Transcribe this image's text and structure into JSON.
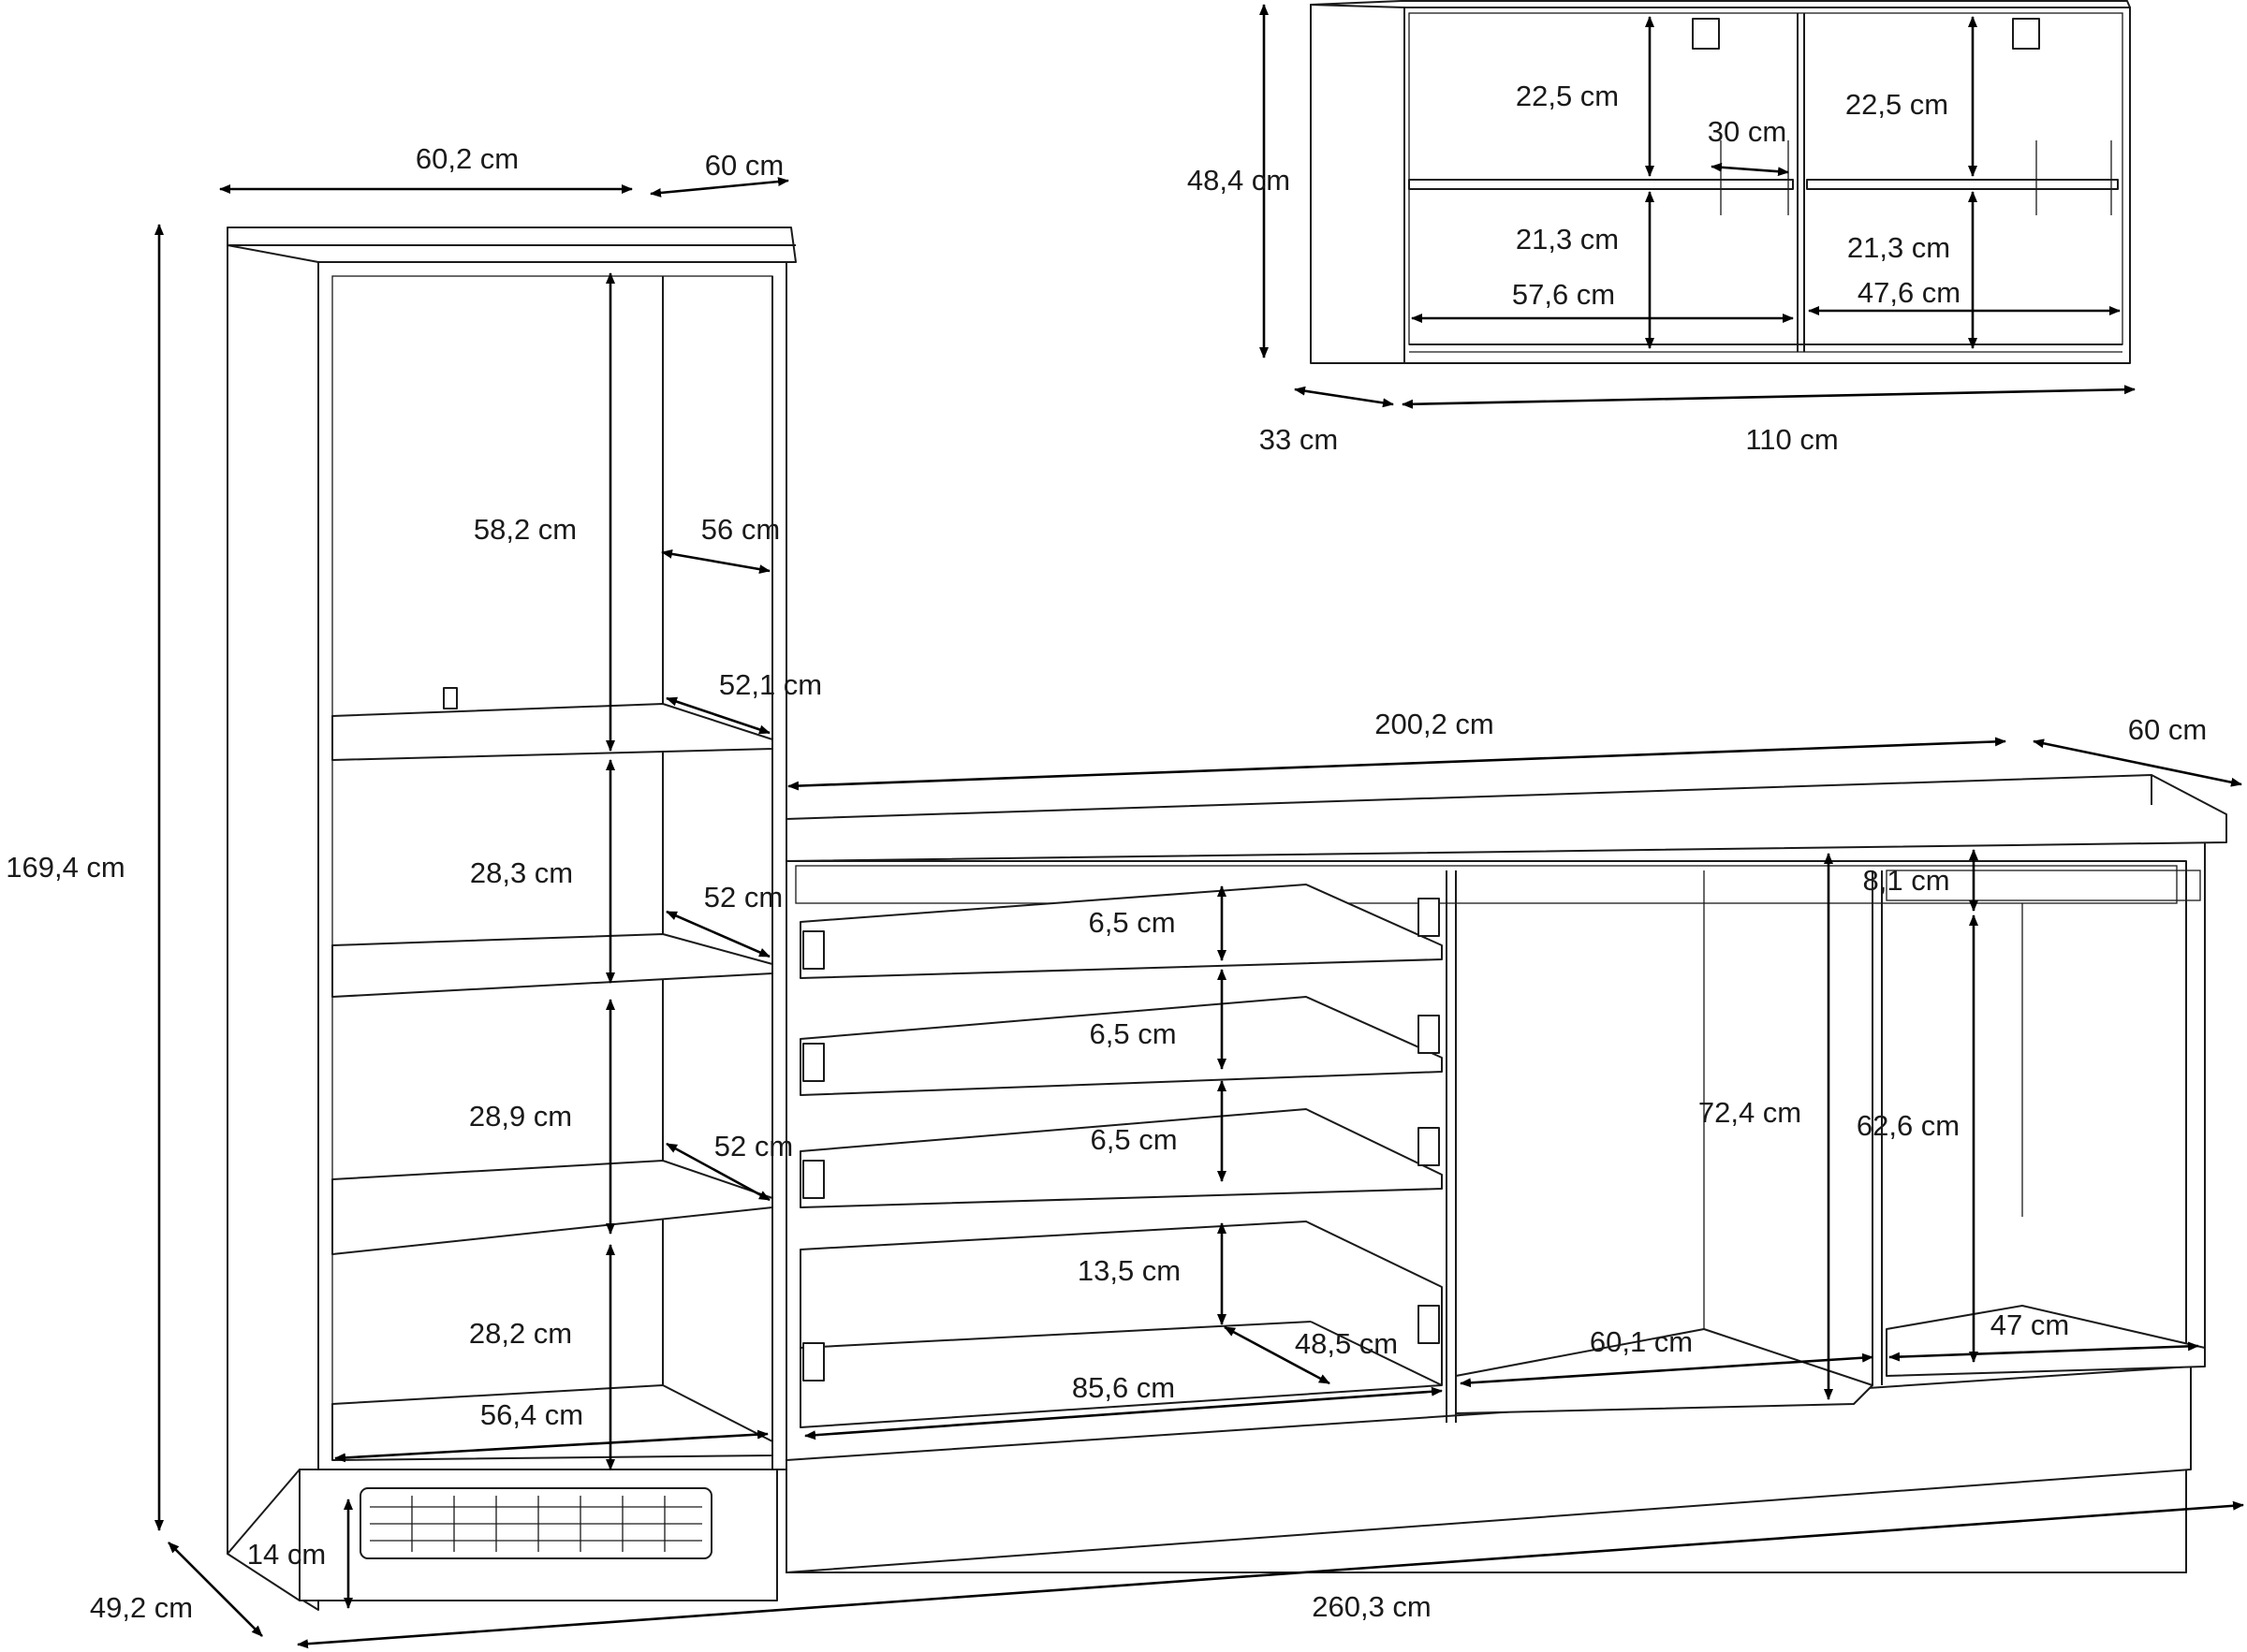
{
  "colors": {
    "line": "#1a1a1a",
    "background": "#ffffff"
  },
  "labels": {
    "tall_width": "60,2 cm",
    "tall_depth": "60 cm",
    "tall_height": "169,4 cm",
    "tall_comp1_height": "58,2 cm",
    "tall_comp1_depth": "56 cm",
    "tall_shelf1_depth": "52,1 cm",
    "tall_comp2_height": "28,3 cm",
    "tall_shelf2_depth": "52 cm",
    "tall_comp3_height": "28,9 cm",
    "tall_shelf3_depth": "52 cm",
    "tall_comp4_height": "28,2 cm",
    "tall_inner_width": "56,4 cm",
    "plinth_height": "14 cm",
    "plinth_depth": "49,2 cm",
    "overall_width": "260,3 cm",
    "base_width": "200,2 cm",
    "base_depth": "60 cm",
    "drawer1_height": "6,5 cm",
    "drawer2_height": "6,5 cm",
    "drawer3_height": "6,5 cm",
    "drawer4_height": "13,5 cm",
    "drawer_depth": "48,5 cm",
    "drawer_width": "85,6 cm",
    "base_inner_height": "72,4 cm",
    "base_mid_width": "60,1 cm",
    "top_panel_height": "8,1 cm",
    "right_comp_height": "62,6 cm",
    "right_comp_width": "47 cm",
    "wall_height": "48,4 cm",
    "wall_upper_left": "22,5 cm",
    "wall_upper_right": "22,5 cm",
    "wall_shelf_depth": "30 cm",
    "wall_lower_left": "21,3 cm",
    "wall_lower_right": "21,3 cm",
    "wall_left_width": "57,6 cm",
    "wall_right_width": "47,6 cm",
    "wall_depth": "33 cm",
    "wall_width": "110 cm"
  }
}
